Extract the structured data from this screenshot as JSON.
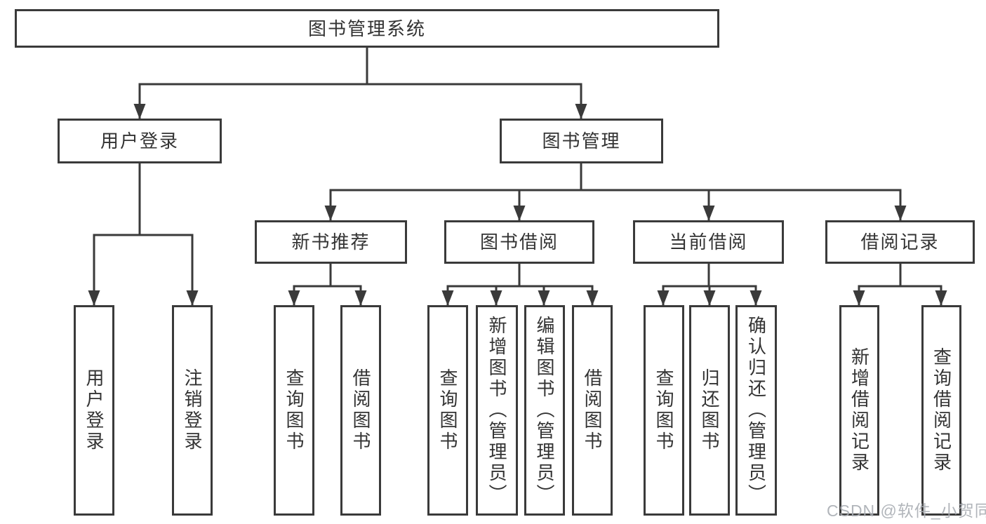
{
  "tree": {
    "root": "图书管理系统",
    "branches": [
      {
        "label": "用户登录",
        "children": [
          "用户登录",
          "注销登录"
        ]
      },
      {
        "label": "图书管理",
        "sections": [
          {
            "label": "新书推荐",
            "children": [
              "查询图书",
              "借阅图书"
            ]
          },
          {
            "label": "图书借阅",
            "children": [
              "查询图书",
              "新增图书（管理员）",
              "编辑图书（管理员）",
              "借阅图书"
            ]
          },
          {
            "label": "当前借阅",
            "children": [
              "查询图书",
              "归还图书",
              "确认归还（管理员）"
            ]
          },
          {
            "label": "借阅记录",
            "children": [
              "新增借阅记录",
              "查询借阅记录"
            ]
          }
        ]
      }
    ]
  },
  "watermark": "CSDN @软件_小贺同学",
  "colors": {
    "line": "#3a3a3a",
    "text": "#333333",
    "node_background": "#ffffff",
    "watermark": "#a9adb3"
  }
}
